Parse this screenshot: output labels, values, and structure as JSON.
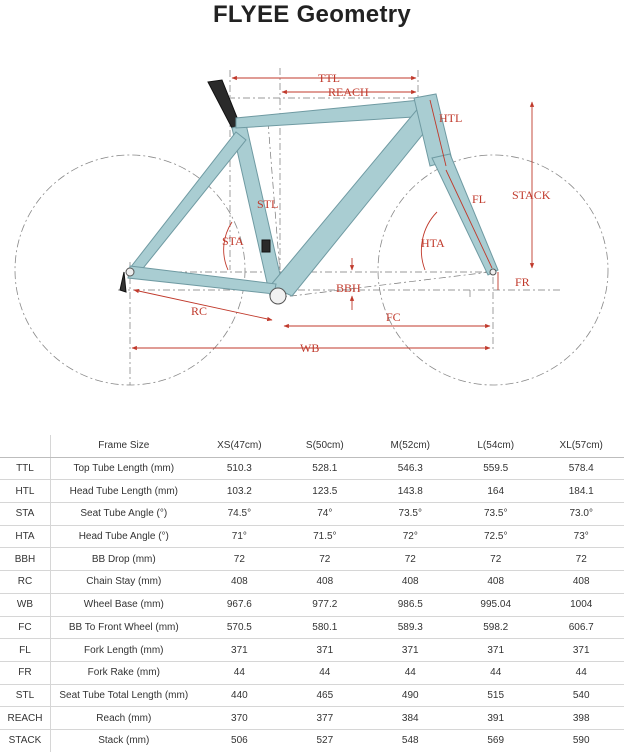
{
  "title": "FLYEE Geometry",
  "diagram_labels": {
    "ttl": "TTL",
    "reach": "REACH",
    "htl": "HTL",
    "stack": "STACK",
    "stl": "STL",
    "fl": "FL",
    "sta": "STA",
    "hta": "HTA",
    "bbh": "BBH",
    "fr": "FR",
    "rc": "RC",
    "fc": "FC",
    "wb": "WB"
  },
  "colors": {
    "frame": "#a9cdd2",
    "frame_edge": "#6f9aa2",
    "dimension": "#c0392b",
    "guide": "#777777"
  },
  "table": {
    "headers": [
      "",
      "Frame Size",
      "XS(47cm)",
      "S(50cm)",
      "M(52cm)",
      "L(54cm)",
      "XL(57cm)"
    ],
    "rows": [
      [
        "TTL",
        "Top Tube Length (mm)",
        "510.3",
        "528.1",
        "546.3",
        "559.5",
        "578.4"
      ],
      [
        "HTL",
        "Head Tube Length (mm)",
        "103.2",
        "123.5",
        "143.8",
        "164",
        "184.1"
      ],
      [
        "STA",
        "Seat Tube Angle (°)",
        "74.5°",
        "74°",
        "73.5°",
        "73.5°",
        "73.0°"
      ],
      [
        "HTA",
        "Head Tube Angle (°)",
        "71°",
        "71.5°",
        "72°",
        "72.5°",
        "73°"
      ],
      [
        "BBH",
        "BB Drop (mm)",
        "72",
        "72",
        "72",
        "72",
        "72"
      ],
      [
        "RC",
        "Chain Stay (mm)",
        "408",
        "408",
        "408",
        "408",
        "408"
      ],
      [
        "WB",
        "Wheel Base (mm)",
        "967.6",
        "977.2",
        "986.5",
        "995.04",
        "1004"
      ],
      [
        "FC",
        "BB To Front Wheel (mm)",
        "570.5",
        "580.1",
        "589.3",
        "598.2",
        "606.7"
      ],
      [
        "FL",
        "Fork Length (mm)",
        "371",
        "371",
        "371",
        "371",
        "371"
      ],
      [
        "FR",
        "Fork Rake (mm)",
        "44",
        "44",
        "44",
        "44",
        "44"
      ],
      [
        "STL",
        "Seat Tube Total Length (mm)",
        "440",
        "465",
        "490",
        "515",
        "540"
      ],
      [
        "REACH",
        "Reach (mm)",
        "370",
        "377",
        "384",
        "391",
        "398"
      ],
      [
        "STACK",
        "Stack (mm)",
        "506",
        "527",
        "548",
        "569",
        "590"
      ]
    ]
  }
}
